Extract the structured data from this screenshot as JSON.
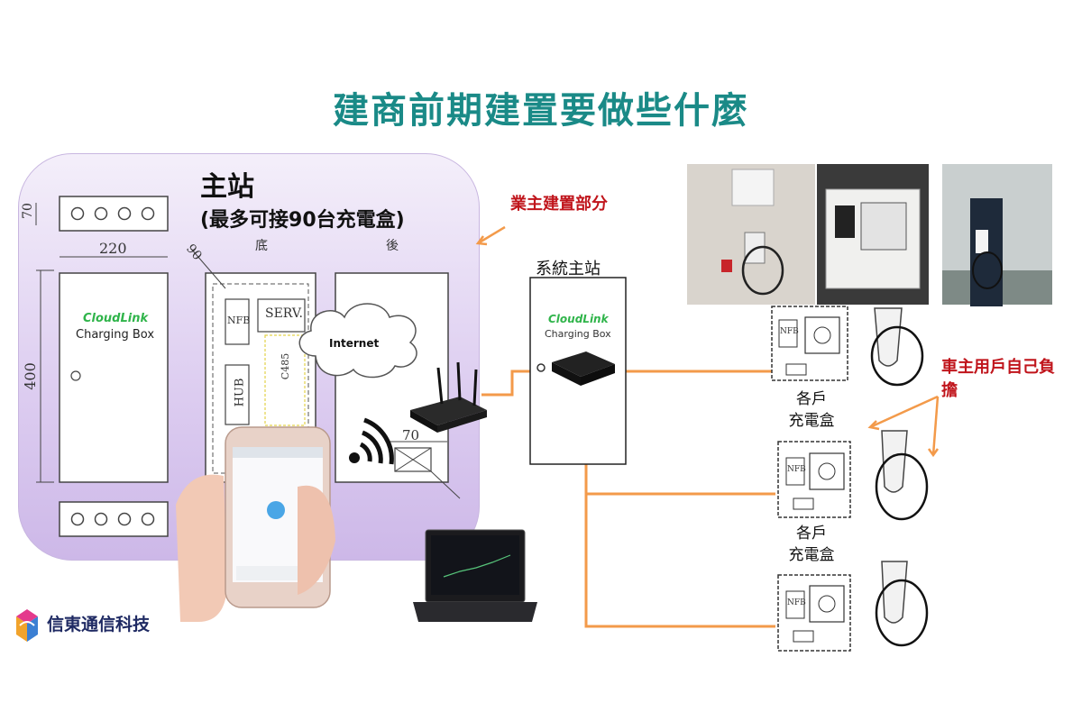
{
  "title": "建商前期建置要做些什麼",
  "main_station": {
    "name": "主站",
    "capacity": "(最多可接90台充電盒)",
    "view_bottom": "底",
    "view_back": "後",
    "dim_70": "70",
    "dim_220": "220",
    "dim_400": "400",
    "dim_90": "90",
    "dim_70b": "70",
    "box_logo": "CloudLink",
    "box_name": "Charging Box",
    "nfb": "NFB",
    "serv": "SERV.",
    "hub": "HUB",
    "c485": "C485",
    "internet": "Internet"
  },
  "system_station": {
    "title": "系統主站",
    "box_logo": "CloudLink",
    "box_name": "Charging Box"
  },
  "annotations": {
    "owner_built": "業主建置部分",
    "user_owned": "車主用戶自己負擔",
    "each_box_1": "各戶\n充電盒",
    "each_box_2": "各戶\n充電盒"
  },
  "unit_box": {
    "nfb": "NFB"
  },
  "company": {
    "name": "信東通信科技"
  },
  "colors": {
    "title": "#1a8a87",
    "accent_line": "#f39a4a",
    "panel": "#dcccf0",
    "annotation": "#c0141b"
  }
}
